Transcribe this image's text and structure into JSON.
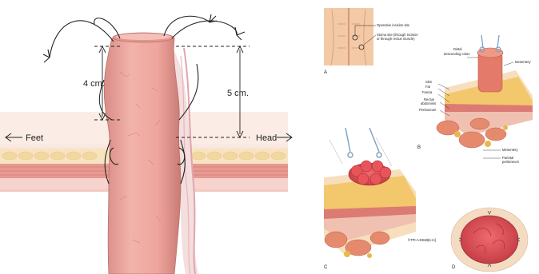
{
  "left_figure": {
    "label_feet": "Feet",
    "label_head": "Head",
    "label_4cm": "4 cm.",
    "label_5cm": "5 cm."
  },
  "panel_a": {
    "letter": "A",
    "callout_1": "Operative incision site",
    "callout_2a": "Stoma site (through incision",
    "callout_2b": "or through rectus muscle)"
  },
  "panel_b": {
    "letter": "B",
    "distal_colon_1": "Distal",
    "distal_colon_2": "descending colon",
    "mesentery_top": "Mesentery",
    "skin": "Skin",
    "fat": "Fat",
    "fascia": "Fascia",
    "rectus_1": "Rectus",
    "rectus_2": "abdominis",
    "peritoneum": "Peritoneum",
    "mesentery_bottom": "Mesentery",
    "parietal_1": "Parietal",
    "parietal_2": "peritoneum"
  },
  "panel_c": {
    "letter": "C",
    "credit": "©TPI-A-EB48[s-m]"
  },
  "panel_d": {
    "letter": "D"
  },
  "colors": {
    "bowel": "#eea7a0",
    "bowel_dark": "#c97a74",
    "skin": "#f6dcb8",
    "fat": "#f5cf6e",
    "muscle": "#d46a66",
    "stoma": "#e2535a"
  }
}
